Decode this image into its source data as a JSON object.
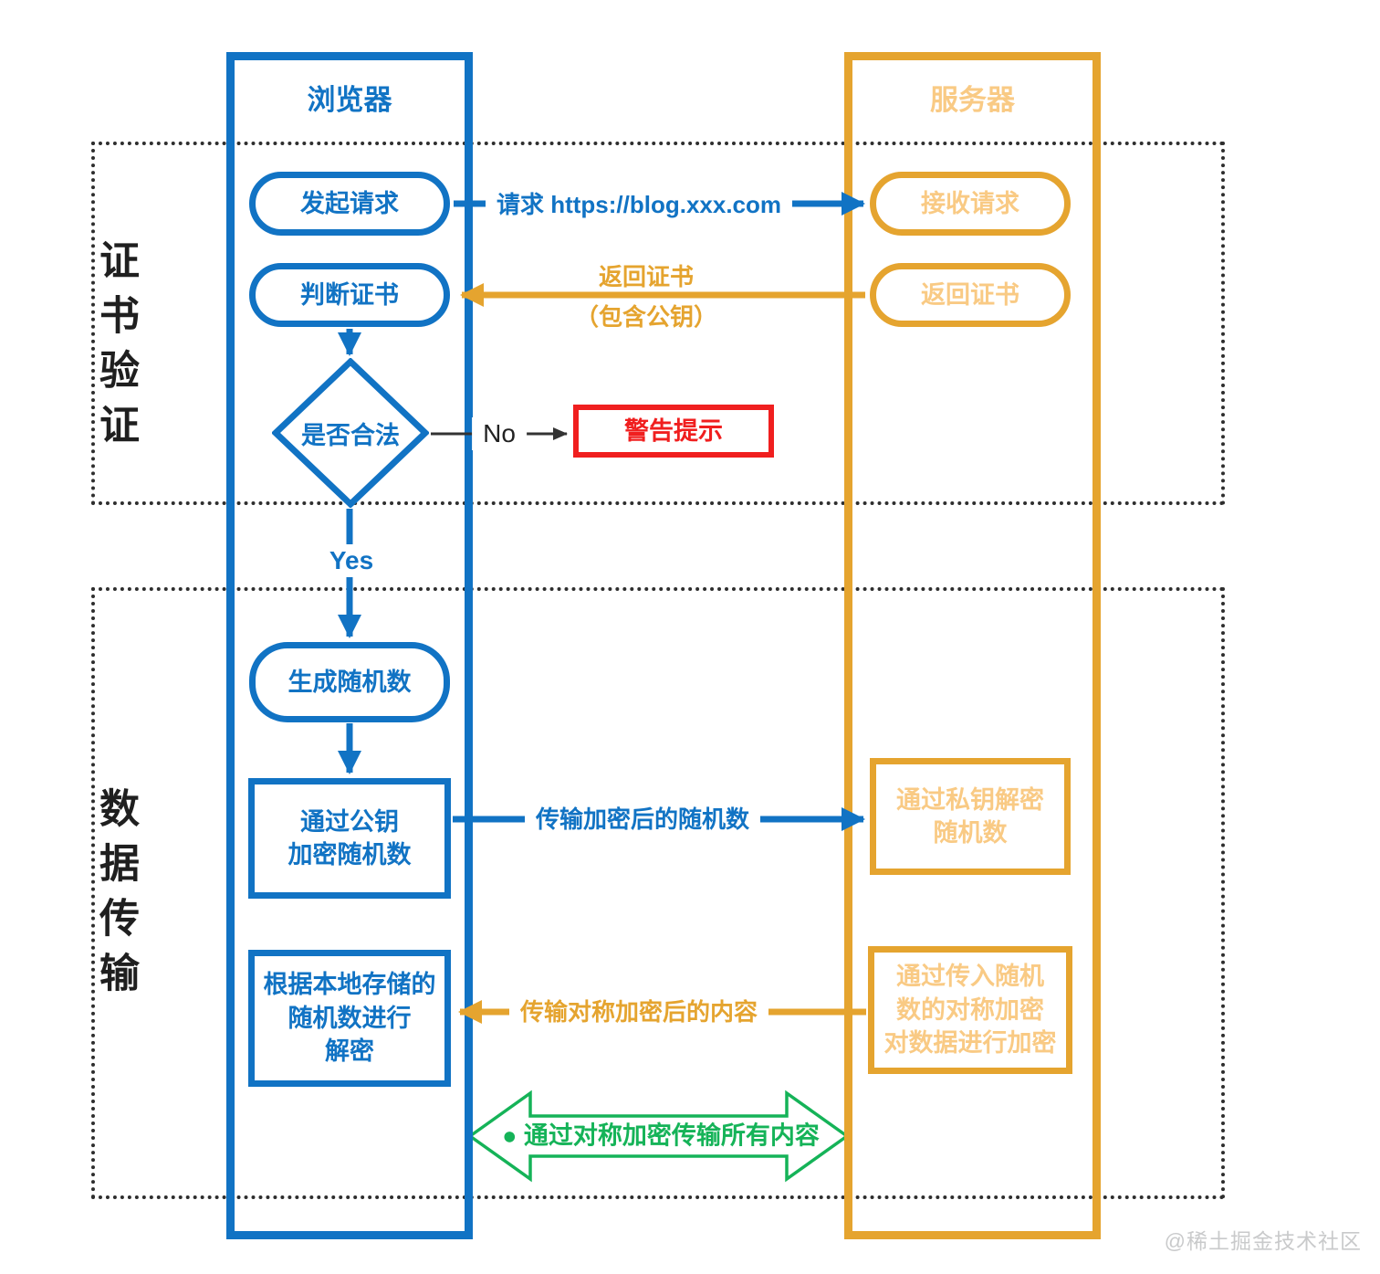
{
  "title": "HTTPS 证书验证与数据传输流程图",
  "colors": {
    "blue": "#1173C4",
    "yellow": "#E5A42F",
    "light_orange": "#F9CA84",
    "red": "#F01F1F",
    "green": "#15B358",
    "section_dotted": "#2E2E2E",
    "watermark_gray": "#C9CACB"
  },
  "lanes": {
    "browser": "浏览器",
    "server": "服务器"
  },
  "sections": {
    "cert_verification": "证书验证",
    "data_transmission": "数据传输"
  },
  "nodes": {
    "initiate_request": "发起请求",
    "receive_request": "接收请求",
    "judge_certificate": "判断证书",
    "return_certificate": "返回证书",
    "is_legal": "是否合法",
    "warning_prompt": "警告提示",
    "generate_random_number": "生成随机数",
    "encrypt_random_with_public_key": "通过公钥\n加密随机数",
    "decrypt_random_with_private_key": "通过私钥解密\n随机数",
    "decrypt_with_local_random": "根据本地存储的\n随机数进行\n解密",
    "symmetric_encrypt_data": "通过传入随机\n数的对称加密\n对数据进行加密"
  },
  "edges": {
    "request_url": "请求 https://blog.xxx.com",
    "return_cert_note_line1": "返回证书",
    "return_cert_note_line2": "（包含公钥）",
    "no_label": "No",
    "yes_label": "Yes",
    "transmit_encrypted_random": "传输加密后的随机数",
    "transmit_symmetric_encrypted_content": "传输对称加密后的内容",
    "transmit_all_via_symmetric": "● 通过对称加密传输所有内容"
  },
  "watermark": "@稀土掘金技术社区"
}
